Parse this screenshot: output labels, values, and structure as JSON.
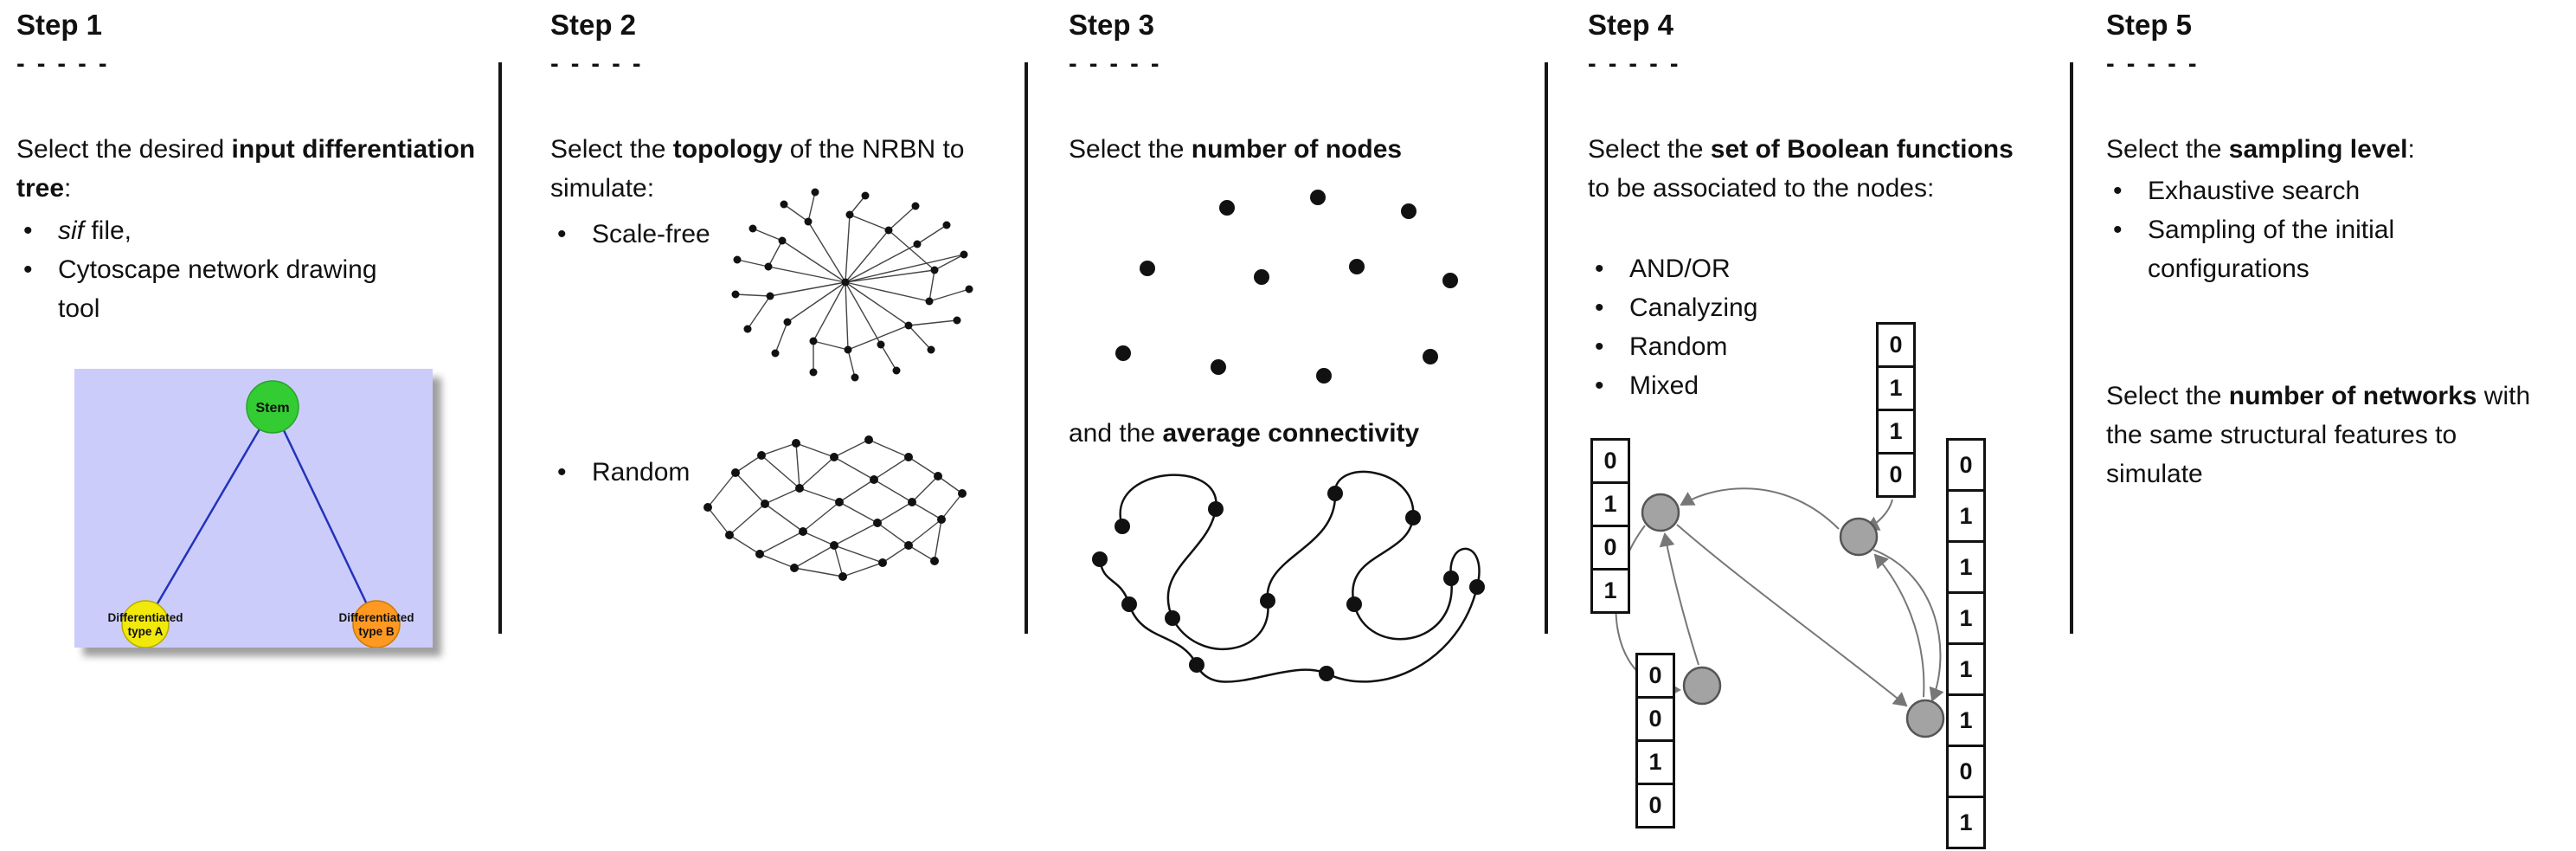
{
  "step1": {
    "title": "Step 1",
    "dashes": "- - - - -",
    "intro": {
      "pre": "Select the desired ",
      "bold": "input differentiation tree",
      "post": ":"
    },
    "bullets": {
      "b1_italic": "sif",
      "b1_rest": " file,",
      "b2": "Cytoscape network drawing tool"
    },
    "tree": {
      "root": "Stem",
      "leaf_a_line1": "Differentiated",
      "leaf_a_line2": "type A",
      "leaf_b_line1": "Differentiated",
      "leaf_b_line2": "type B"
    },
    "colors": {
      "box": "#ccccfa",
      "root": "#33cc33",
      "leaf_a": "#f2e90c",
      "leaf_b": "#ff9922",
      "edge": "#2233bb"
    }
  },
  "step2": {
    "title": "Step 2",
    "dashes": "- - - - -",
    "intro": {
      "pre": "Select the ",
      "bold": "topology",
      "post": " of the NRBN to simulate:"
    },
    "bullets": {
      "b1": "Scale-free",
      "b2": "Random"
    }
  },
  "step3": {
    "title": "Step 3",
    "dashes": "- - - - -",
    "line1": {
      "pre": "Select the ",
      "bold": "number of nodes"
    },
    "line2": {
      "pre": "and the ",
      "bold": "average connectivity"
    }
  },
  "step4": {
    "title": "Step 4",
    "dashes": "- - - - -",
    "intro": {
      "pre": "Select the ",
      "bold": "set of Boolean functions",
      "post": " to be associated to the nodes:"
    },
    "bullets": {
      "b1": "AND/OR",
      "b2": "Canalyzing",
      "b3": "Random",
      "b4": "Mixed"
    },
    "truth_tables": {
      "top": [
        "0",
        "1",
        "1",
        "0"
      ],
      "left": [
        "0",
        "1",
        "0",
        "1"
      ],
      "bottom_left": [
        "0",
        "0",
        "1",
        "0"
      ],
      "right": [
        "0",
        "1",
        "1",
        "1",
        "1",
        "1",
        "0",
        "1"
      ]
    }
  },
  "step5": {
    "title": "Step 5",
    "dashes": "- - - - -",
    "intro": {
      "pre": "Select the ",
      "bold": "sampling level",
      "post": ":"
    },
    "bullets": {
      "b1": "Exhaustive search",
      "b2": "Sampling of the initial configurations"
    },
    "second": {
      "pre": "Select the ",
      "bold": "number of networks",
      "post": " with the same structural features to simulate"
    }
  }
}
